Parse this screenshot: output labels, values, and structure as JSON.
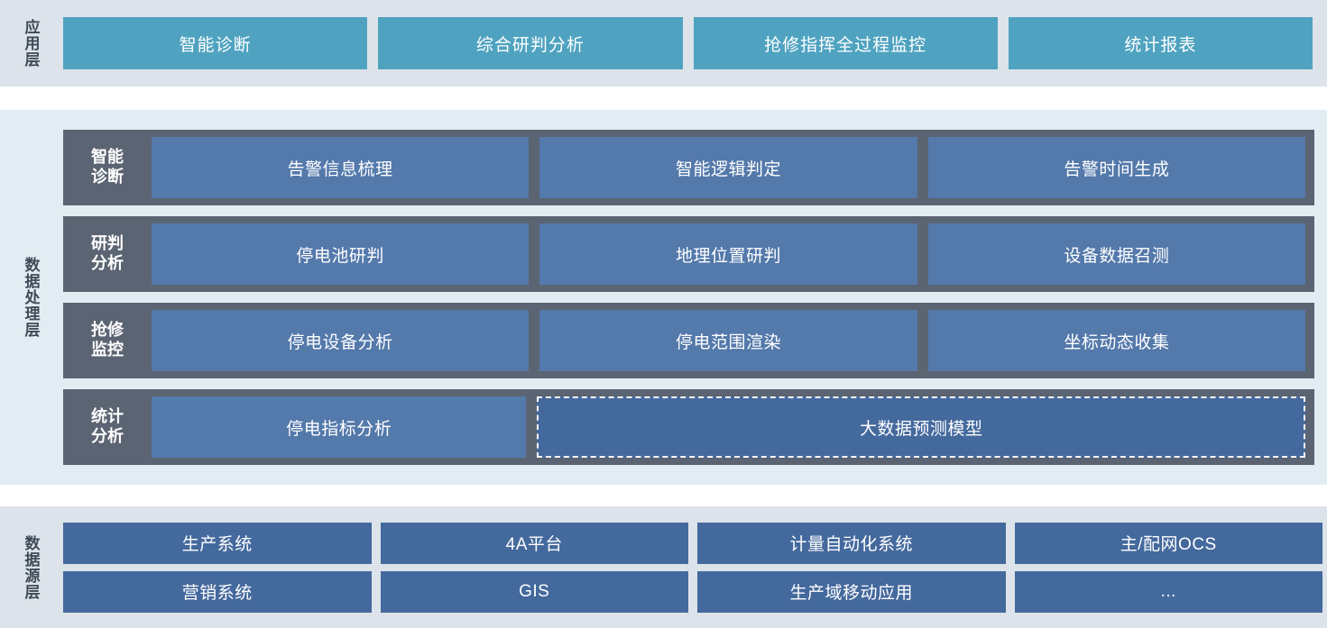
{
  "colors": {
    "panel_top": "#dde3ea",
    "panel_middle": "#e1edf2",
    "panel_bottom": "#dde3ea",
    "app_box": "#4fa3c0",
    "proc_row": "#5b6472",
    "proc_box": "#5479ab",
    "proc_box_dashed": "#44699d",
    "src_box": "#44699d",
    "label_text": "#3f4a58",
    "box_text": "#ffffff"
  },
  "application_layer": {
    "label": "应用层",
    "boxes": [
      {
        "label": "智能诊断"
      },
      {
        "label": "综合研判分析"
      },
      {
        "label": "抢修指挥全过程监控"
      },
      {
        "label": "统计报表"
      }
    ]
  },
  "processing_layer": {
    "label": "数据处理层",
    "rows": [
      {
        "label_line1": "智能",
        "label_line2": "诊断",
        "boxes": [
          {
            "label": "告警信息梳理",
            "style": "solid"
          },
          {
            "label": "智能逻辑判定",
            "style": "solid"
          },
          {
            "label": "告警时间生成",
            "style": "solid"
          }
        ]
      },
      {
        "label_line1": "研判",
        "label_line2": "分析",
        "boxes": [
          {
            "label": "停电池研判",
            "style": "solid"
          },
          {
            "label": "地理位置研判",
            "style": "solid"
          },
          {
            "label": "设备数据召测",
            "style": "solid"
          }
        ]
      },
      {
        "label_line1": "抢修",
        "label_line2": "监控",
        "boxes": [
          {
            "label": "停电设备分析",
            "style": "solid"
          },
          {
            "label": "停电范围渲染",
            "style": "solid"
          },
          {
            "label": "坐标动态收集",
            "style": "solid"
          }
        ]
      },
      {
        "label_line1": "统计",
        "label_line2": "分析",
        "boxes": [
          {
            "label": "停电指标分析",
            "style": "solid"
          },
          {
            "label": "大数据预测模型",
            "style": "dashed-wide"
          }
        ]
      }
    ]
  },
  "source_layer": {
    "label": "数据源层",
    "rows": [
      {
        "boxes": [
          {
            "label": "生产系统"
          },
          {
            "label": "4A平台"
          },
          {
            "label": "计量自动化系统"
          },
          {
            "label": "主/配网OCS"
          }
        ]
      },
      {
        "boxes": [
          {
            "label": "营销系统"
          },
          {
            "label": "GIS"
          },
          {
            "label": "生产域移动应用"
          },
          {
            "label": "..."
          }
        ]
      }
    ]
  }
}
